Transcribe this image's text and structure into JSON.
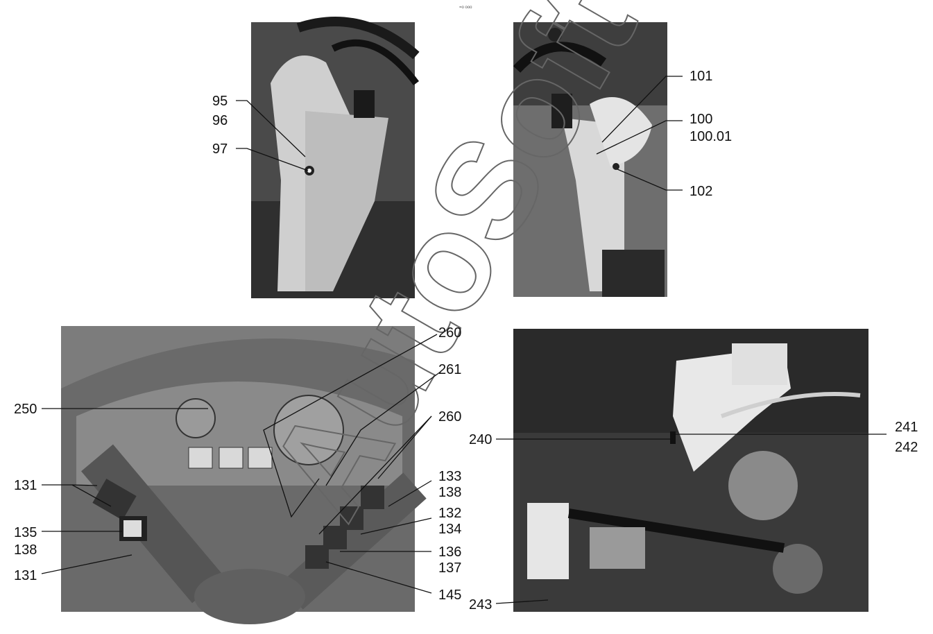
{
  "page_code": "=o ooo",
  "watermark": "AutoSoft",
  "panels": {
    "top_left": {
      "labels": [
        "95",
        "96",
        "97"
      ]
    },
    "top_right": {
      "labels": [
        "101",
        "100",
        "100.01",
        "102"
      ]
    },
    "bottom_left": {
      "labels": [
        "250",
        "260",
        "261",
        "260",
        "131",
        "133",
        "138",
        "132",
        "134",
        "135",
        "138",
        "136",
        "137",
        "131",
        "145"
      ]
    },
    "bottom_right": {
      "labels": [
        "240",
        "241",
        "242",
        "243"
      ]
    }
  },
  "colors": {
    "photo_dark": "#3b3b3b",
    "photo_mid": "#7a7a7a",
    "photo_light": "#d0d0d0",
    "line": "#111111"
  }
}
